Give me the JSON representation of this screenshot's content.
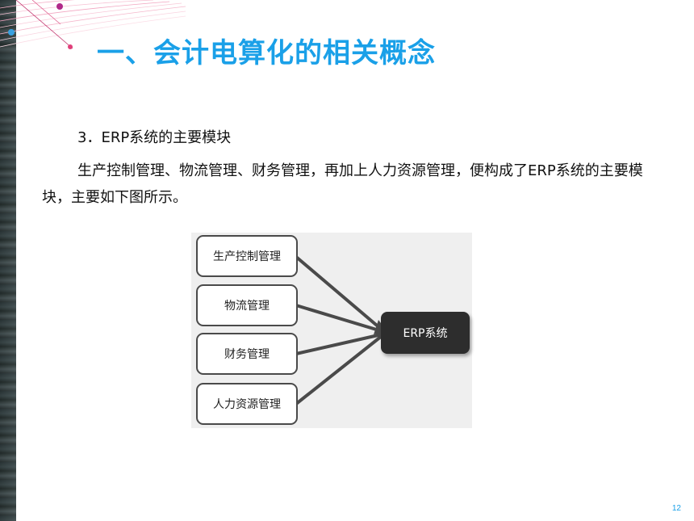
{
  "slide": {
    "title": "一、会计电算化的相关概念",
    "section_heading": "3．ERP系统的主要模块",
    "body_text": "生产控制管理、物流管理、财务管理，再加上人力资源管理，便构成了ERP系统的主要模块，主要如下图所示。",
    "page_number": "12"
  },
  "diagram": {
    "modules": [
      {
        "label": "生产控制管理"
      },
      {
        "label": "物流管理"
      },
      {
        "label": "财务管理"
      },
      {
        "label": "人力资源管理"
      }
    ],
    "target": {
      "label": "ERP系统"
    }
  },
  "colors": {
    "title": "#1aa0e8",
    "accent_pink": "#e0407a",
    "erp_box": "#2d2d2d"
  }
}
